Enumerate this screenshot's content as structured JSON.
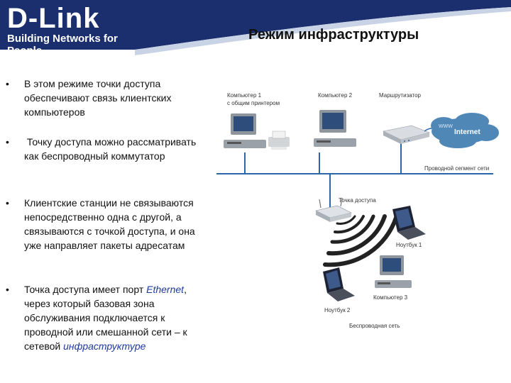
{
  "header": {
    "logo": {
      "brand": "D-Link",
      "tagline": "Building Networks for People"
    },
    "title": "Режим инфраструктуры"
  },
  "bullets": [
    {
      "marker": "•",
      "text": "В этом режиме точки доступа обеспечивают связь клиентских компьютеров"
    },
    {
      "marker": "•",
      "text": " Точку доступа можно рассматривать как беспроводный коммутатор"
    },
    {
      "marker": "•",
      "text": "Клиентские станции не связываются непосредственно одна с другой, а связываются с точкой доступа, и она уже направляет пакеты адресатам"
    },
    {
      "marker": "•",
      "parts": {
        "a": "Точка доступа имеет порт ",
        "b": "Ethernet",
        "c": ", через который базовая зона обслуживания подключается к проводной или смешанной сети – к сетевой ",
        "d": "инфраструктуре"
      }
    }
  ],
  "diagram": {
    "labels": {
      "computer1": "Компьютер 1",
      "computer1_sub": "с общим принтером",
      "computer2": "Компьютер 2",
      "router": "Маршрутизатор",
      "wired_segment": "Проводной сегмент сети",
      "access_point": "Точка доступа",
      "laptop1": "Ноутбук 1",
      "laptop2": "Ноутбук 2",
      "computer3": "Компьютер 3",
      "wireless_net": "Беспроводная сеть",
      "www": "WWW",
      "internet": "Internet"
    },
    "colors": {
      "brand": "#1b2f6e",
      "cable": "#2a66a8",
      "cloud": "#4f87b7",
      "highlight": "#1f3a9a"
    }
  }
}
